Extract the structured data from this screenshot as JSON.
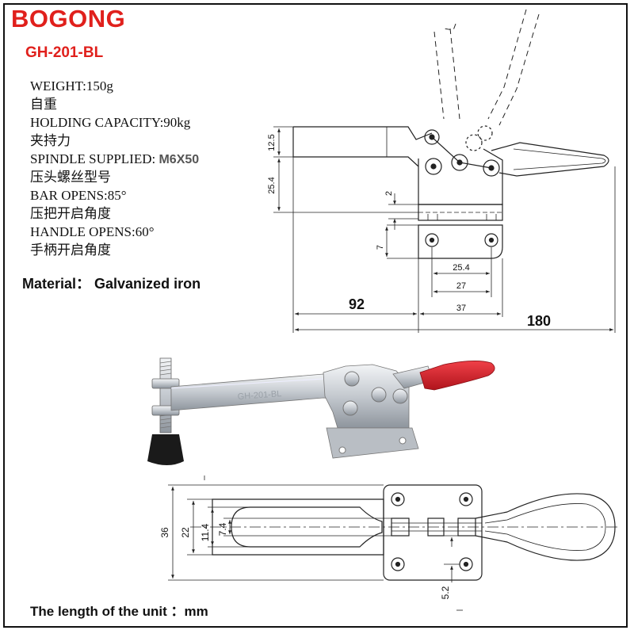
{
  "brand": "BOGONG",
  "model": "GH-201-BL",
  "specs": {
    "weight_label": "WEIGHT:",
    "weight_value": "150g",
    "weight_cn": "自重",
    "capacity_label": "HOLDING CAPACITY:",
    "capacity_value": "90kg",
    "capacity_cn": "夹持力",
    "spindle_label": "SPINDLE SUPPLIED:",
    "spindle_value": "M6X50",
    "spindle_cn": "压头螺丝型号",
    "bar_label": "BAR OPENS:",
    "bar_value": "85°",
    "bar_cn": "压把开启角度",
    "handle_label": "HANDLE OPENS:",
    "handle_value": "60°",
    "handle_cn": "手柄开启角度"
  },
  "material": "Material： Galvanized iron",
  "unit_note": "The length of the unit ：mm",
  "product_marking": "GH-201-BL",
  "dimensions": {
    "d_12_5": "12.5",
    "d_25_4_v": "25.4",
    "d_2": "2",
    "d_7": "7",
    "d_25_4_h": "25.4",
    "d_27": "27",
    "d_37": "37",
    "d_92": "92",
    "d_180": "180",
    "d_36": "36",
    "d_22": "22",
    "d_11_4": "11.4",
    "d_7_4": "7.4",
    "d_5_2": "5.2"
  },
  "colors": {
    "brand_red": "#e0201c",
    "handle_red": "#d8202a",
    "line": "#222222",
    "metal": "#c8ccd2"
  }
}
